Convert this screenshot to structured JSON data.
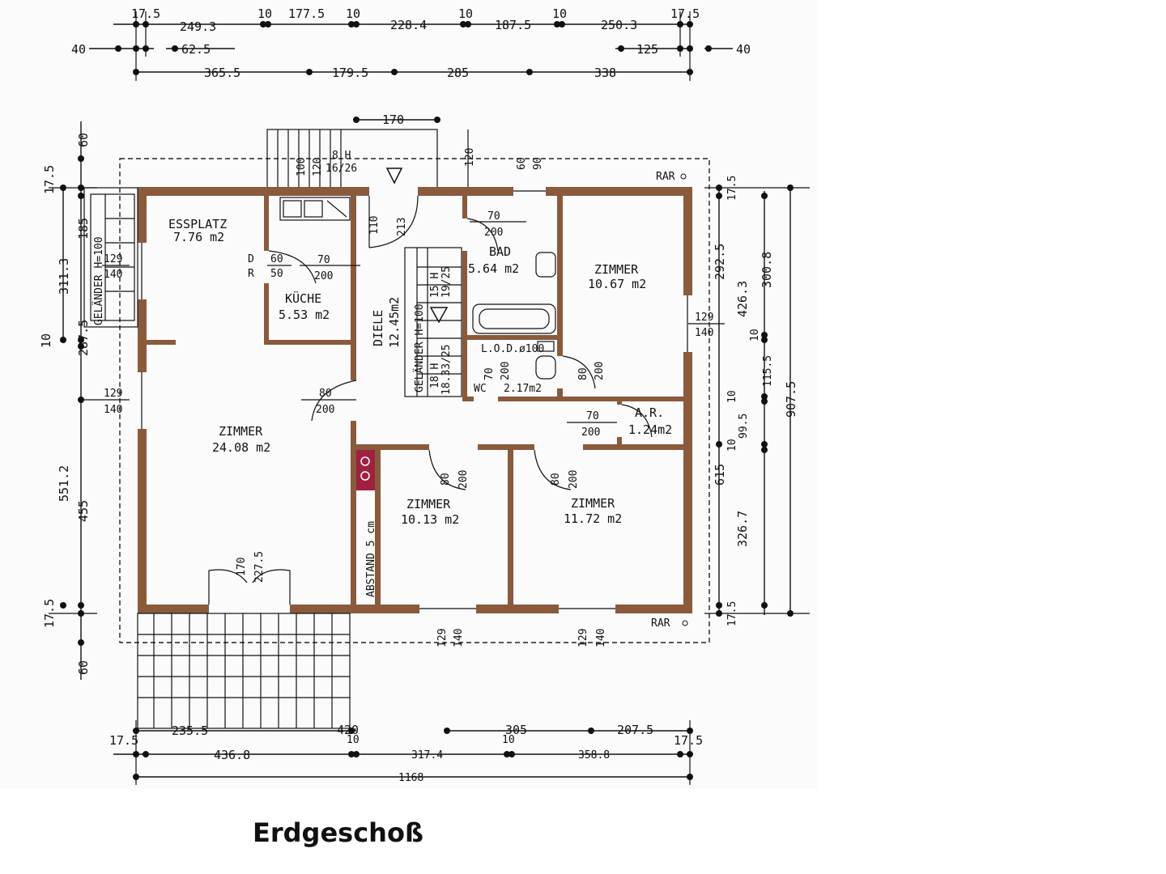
{
  "caption": "Erdgeschoß",
  "rooms": {
    "essplatz": {
      "name": "ESSPLATZ",
      "area": "7.76 m2"
    },
    "kueche": {
      "name": "KÜCHE",
      "area": "5.53 m2"
    },
    "diele": {
      "name": "DIELE",
      "area": "12.45m2"
    },
    "bad": {
      "name": "BAD",
      "area": "5.64 m2"
    },
    "zimmer_ne": {
      "name": "ZIMMER",
      "area": "10.67 m2"
    },
    "zimmer_w": {
      "name": "ZIMMER",
      "area": "24.08 m2"
    },
    "zimmer_sm": {
      "name": "ZIMMER",
      "area": "10.13 m2"
    },
    "zimmer_se": {
      "name": "ZIMMER",
      "area": "11.72 m2"
    },
    "ar": {
      "name": "A.R.",
      "area": "1.24m2"
    },
    "wc": {
      "name": "WC",
      "area": "2.17m2"
    }
  },
  "labels": {
    "rar_top": "RAR",
    "rar_bottom": "RAR",
    "abstand": "ABSTAND 5 cm",
    "gelaender_left": "GELÄNDER H=100",
    "gelaender_stair": "GELÄNDER H=100",
    "lod": "L.O.D.ø100",
    "stair_top": "8 H",
    "stair_top_ratio": "16/26",
    "stair_mid": "15 H",
    "stair_mid_ratio": "19/25",
    "stair_low": "18 H",
    "stair_low_ratio": "18.33/25",
    "kitchen_d": "D",
    "kitchen_r": "R",
    "kitchen_d_val": "60",
    "kitchen_r_val": "50"
  },
  "dims_top": {
    "row1": [
      "17.5",
      "249.3",
      "10",
      "177.5",
      "10",
      "228.4",
      "10",
      "187.5",
      "10",
      "250.3",
      "17.5"
    ],
    "row2_left_40": "40",
    "row2_left_625": "62.5",
    "row2_right_125": "125",
    "row2_right_40": "40",
    "row3": [
      "365.5",
      "179.5",
      "285",
      "338"
    ]
  },
  "dims_bottom": {
    "row1": [
      "17.5",
      "235.5",
      "420",
      "305",
      "207.5",
      "17.5"
    ],
    "row2": [
      "10",
      "436.8",
      "317.4",
      "10",
      "358.8"
    ],
    "total": "1168"
  },
  "dims_left": {
    "outer_60_top": "60",
    "outer_175_top": "17.5",
    "v_3113": "311.3",
    "v_185": "185",
    "v_2875": "287.5",
    "v_10": "10",
    "v_5512": "551.2",
    "v_455": "455",
    "outer_175_bottom": "17.5",
    "outer_60_bottom": "60"
  },
  "dims_right": {
    "v_175_top": "17.5",
    "v_2925": "292.5",
    "v_4263": "426.3",
    "v_3008": "300.8",
    "v_10a": "10",
    "v_1155": "115.5",
    "v_10b": "10",
    "v_995": "99.5",
    "v_10c": "10",
    "v_615": "615",
    "v_3267": "326.7",
    "v_9075": "907.5",
    "v_175_bottom": "17.5"
  },
  "openings": {
    "door_top_170": "170",
    "door_top_120": "120",
    "win_top_60": "60",
    "win_top_90": "90",
    "door_diele_110": "110",
    "door_diele_213": "213",
    "bad_70": "70",
    "bad_200": "200",
    "kitchen_70": "70",
    "kitchen_200": "200",
    "ess_win_129": "129",
    "ess_win_140": "140",
    "stair_win_100": "100",
    "stair_win_120": "120",
    "zim_w_win_129": "129",
    "zim_w_win_140": "140",
    "zim_w_door_80": "80",
    "zim_w_door_200": "200",
    "wc_70": "70",
    "wc_200": "200",
    "zim_ne_door_80": "80",
    "zim_ne_door_200": "200",
    "zim_ne_win_129": "129",
    "zim_ne_win_140": "140",
    "ar_70": "70",
    "ar_200": "200",
    "zim_sm_door_80": "80",
    "zim_sm_door_200": "200",
    "zim_se_door_80": "80",
    "zim_se_door_200": "200",
    "terrace_door_170": "170",
    "terrace_door_2275": "227.5",
    "win_bottom_129a": "129",
    "win_bottom_140a": "140",
    "win_bottom_129b": "129",
    "win_bottom_140b": "140"
  }
}
